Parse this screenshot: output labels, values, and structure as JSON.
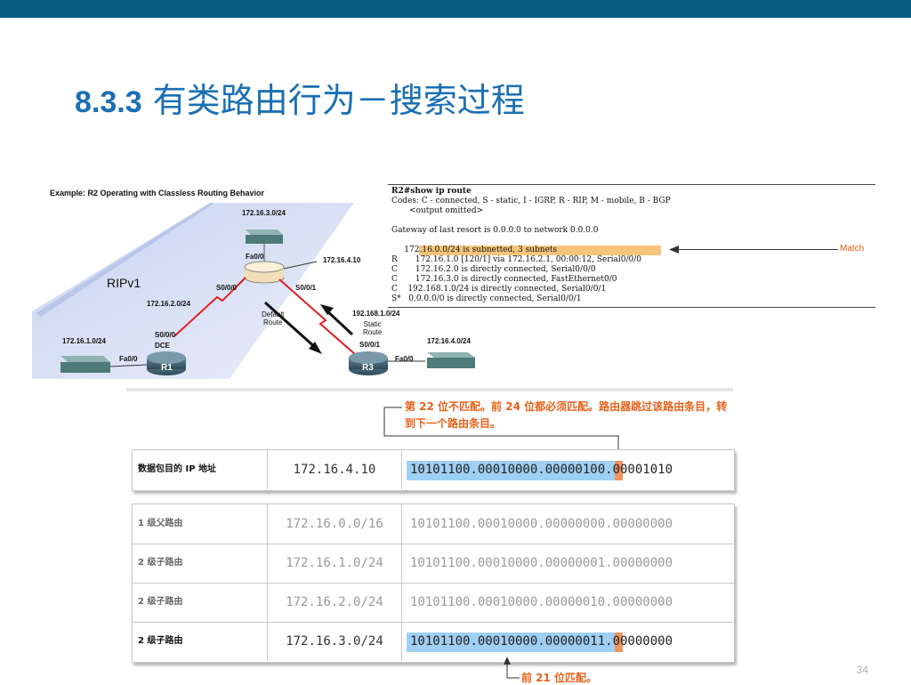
{
  "title": {
    "number": "8.3.3",
    "text": "有类路由行为－搜索过程"
  },
  "slide_number": "34",
  "diagram": {
    "caption": "Example: R2 Operating with Classless Routing Behavior",
    "rip_label": "RIPv1",
    "net_r2_lan": "172.16.3.0/24",
    "r2_fa": "Fa0/0",
    "r2_link_ip": "172.16.4.10",
    "r2_s000": "S0/0/0",
    "r2_s001": "S0/0/1",
    "net_r1_r2": "172.16.2.0/24",
    "r1_s000": "S0/0/0",
    "r1_dce": "DCE",
    "net_r1_lan": "172.16.1.0/24",
    "r1_fa": "Fa0/0",
    "r1_name": "R1",
    "default_route": "Default\nRoute",
    "static_route_net": "192.168.1.0/24",
    "static_route": "Static\nRoute",
    "r3_s001": "S0/0/1",
    "r3_name": "R3",
    "r3_fa": "Fa0/0",
    "net_r3_lan": "172.16.4.0/24"
  },
  "router_output": {
    "lines": [
      "R2#show ip route",
      "Codes: C - connected, S - static, I - IGRP, R - RIP, M - mobile, B - BGP",
      "       <output omitted>",
      "",
      "Gateway of last resort is 0.0.0.0 to network 0.0.0.0",
      "",
      "     172.16.0.0/24 is subnetted, 3 subnets",
      "R       172.16.1.0 [120/1] via 172.16.2.1, 00:00:12, Serial0/0/0",
      "C       172.16.2.0 is directly connected, Serial0/0/0",
      "C       172.16.3.0 is directly connected, FastEthernet0/0",
      "C    192.168.1.0/24 is directly connected, Serial0/0/1",
      "S*   0.0.0.0/0 is directly connected, Serial0/0/1"
    ],
    "match_label": "Match"
  },
  "annotation_top": "第 22 位不匹配。前 24 位都必须匹配。路由器跳过该路由条目，转到下一个路由条目。",
  "annotation_bottom": "前 21 位匹配。",
  "packet_row": {
    "label": "数据包目的 IP 地址",
    "ip": "172.16.4.10",
    "binary": "10101100.00010000.00000100.00001010"
  },
  "route_rows": [
    {
      "label": "1 级父路由",
      "ip": "172.16.0.0/16",
      "binary": "10101100.00010000.00000000.00000000"
    },
    {
      "label": "2 级子路由",
      "ip": "172.16.1.0/24",
      "binary": "10101100.00010000.00000001.00000000"
    },
    {
      "label": "2 级子路由",
      "ip": "172.16.2.0/24",
      "binary": "10101100.00010000.00000010.00000000"
    },
    {
      "label": "2 级子路由",
      "ip": "172.16.3.0/24",
      "binary": "10101100.00010000.00000011.00000000"
    }
  ],
  "colors": {
    "title": "#1a6fb4",
    "accent_orange": "#e8611a",
    "highlight_blue": "#9fcff3",
    "highlight_orange": "#f0955e",
    "topbar": "#0b5a82"
  }
}
